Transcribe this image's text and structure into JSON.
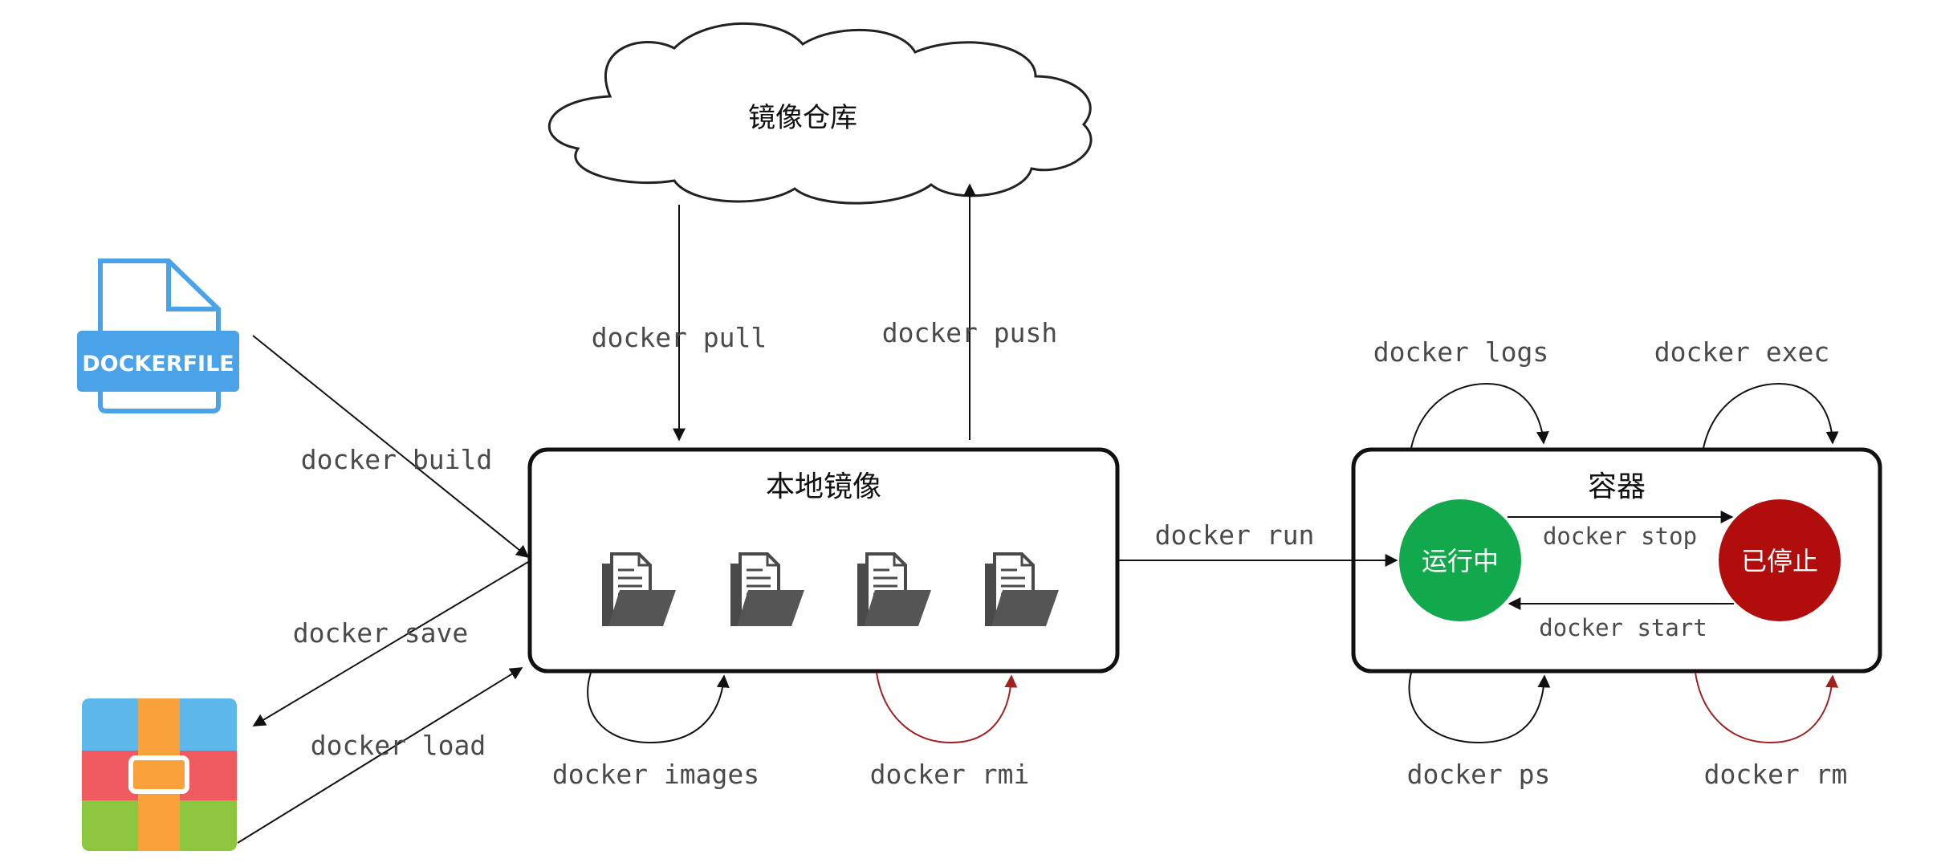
{
  "nodes": {
    "registry": "镜像仓库",
    "local_images": "本地镜像",
    "container": "容器",
    "running": "运行中",
    "stopped": "已停止",
    "dockerfile_icon": "DOCKERFILE",
    "archive_icon": "archive-icon"
  },
  "commands": {
    "pull": "docker pull",
    "push": "docker push",
    "build": "docker build",
    "save": "docker save",
    "load": "docker load",
    "images": "docker images",
    "rmi": "docker rmi",
    "run": "docker run",
    "logs": "docker logs",
    "exec": "docker exec",
    "stop": "docker stop",
    "start": "docker start",
    "ps": "docker ps",
    "rm": "docker rm"
  },
  "colors": {
    "running": "#12a84c",
    "stopped": "#b10d0d",
    "dockerfile": "#4aa3e8",
    "archive_red": "#ef5a5f",
    "archive_blue": "#5db8ec",
    "archive_green": "#8cc63f",
    "archive_orange": "#f9a13a",
    "loop_red": "#a22020"
  }
}
